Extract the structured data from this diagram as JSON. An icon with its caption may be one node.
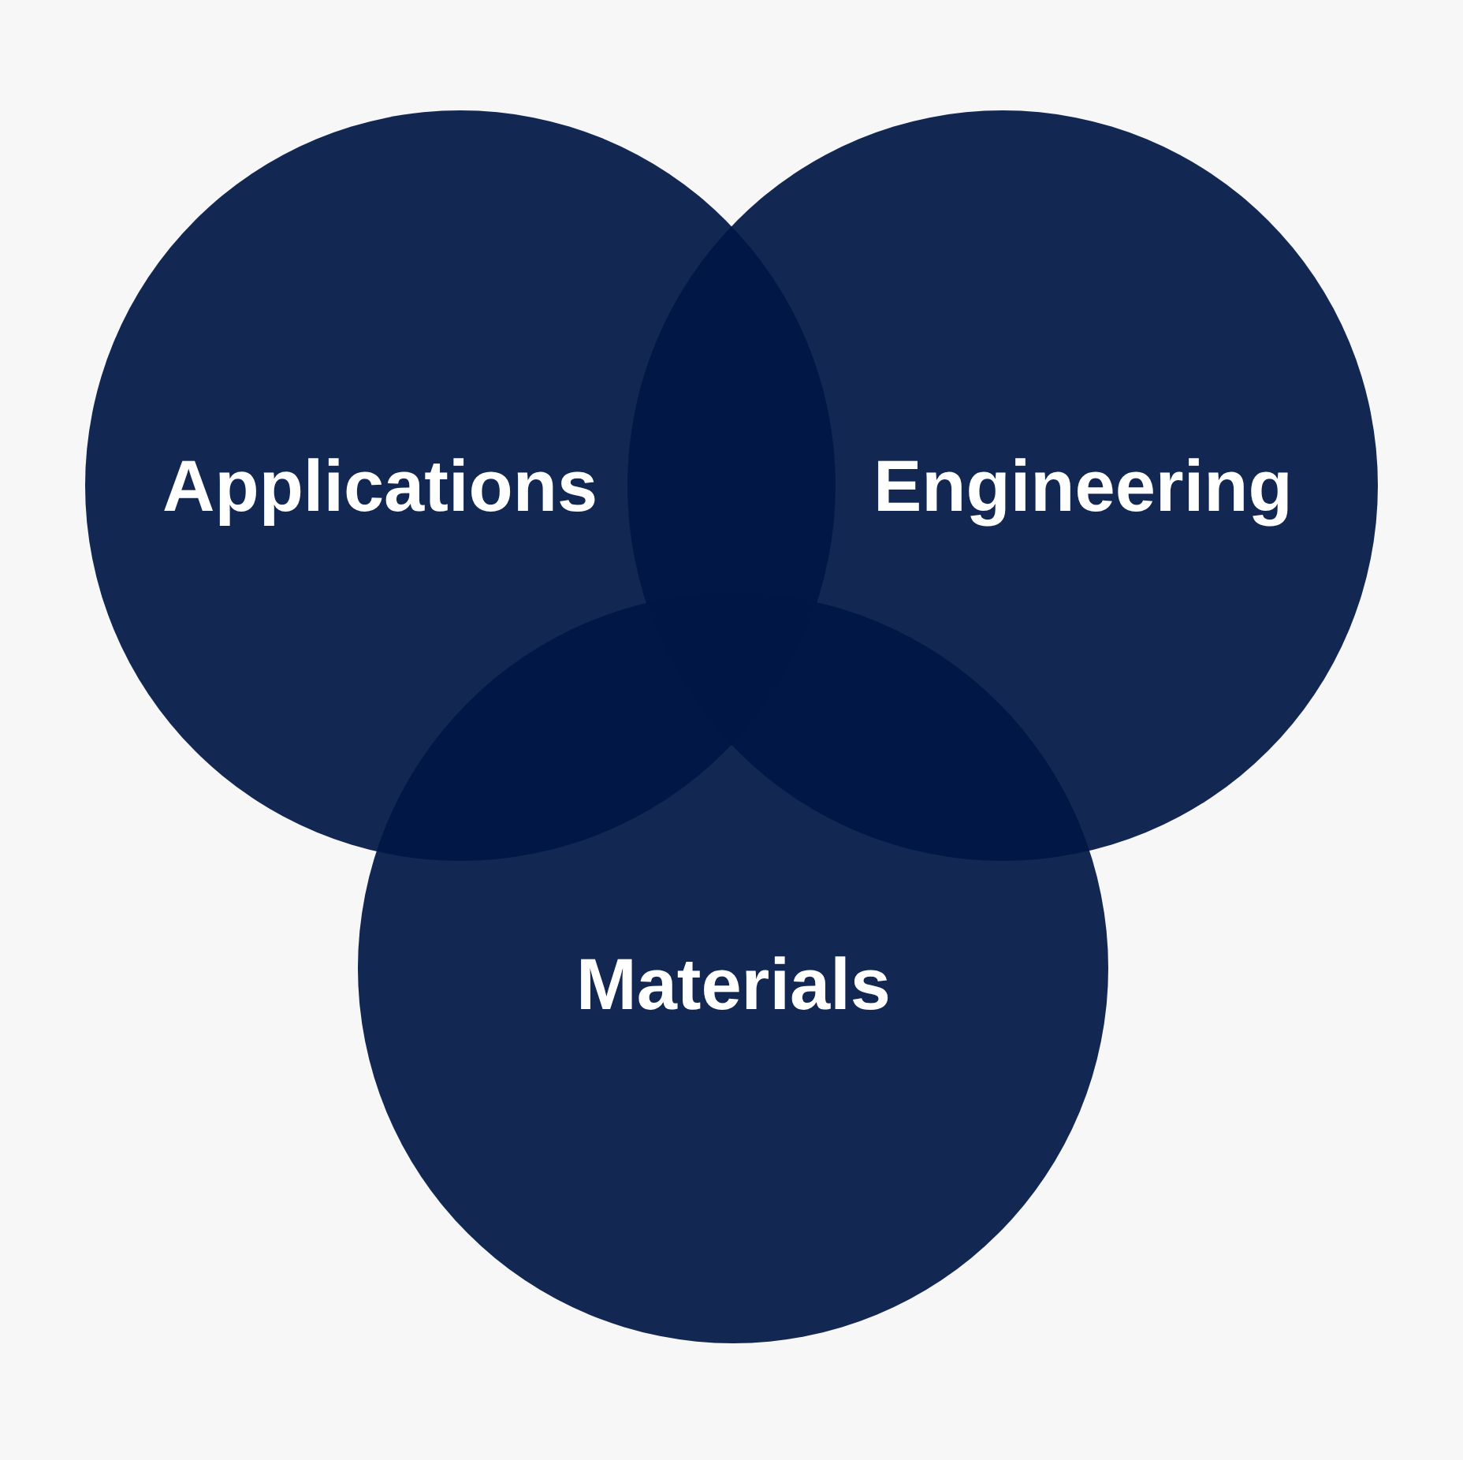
{
  "diagram": {
    "nodes": [
      {
        "text": [
          "Applications"
        ]
      },
      {
        "text": [
          "Engineering"
        ]
      },
      {
        "text": [
          "Materials"
        ]
      }
    ],
    "edges": []
  }
}
